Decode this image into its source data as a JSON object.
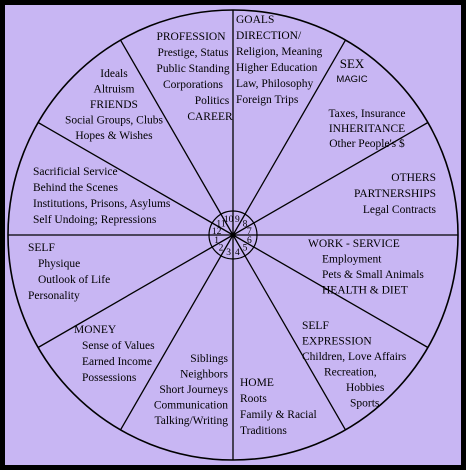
{
  "colors": {
    "background": "#c8b6f3",
    "frame": "#000000",
    "line": "#000000"
  },
  "houses": {
    "h1": [
      "SELF",
      "Physique",
      "Outlook of Life",
      "Personality"
    ],
    "h2": [
      "MONEY",
      "Sense of Values",
      "Earned Income",
      "Possessions"
    ],
    "h3": [
      "Siblings",
      "Neighbors",
      "Short Journeys",
      "Communication",
      "Talking/Writing"
    ],
    "h4": [
      "HOME",
      "Roots",
      "Family & Racial",
      "Traditions"
    ],
    "h5": [
      "SELF",
      "EXPRESSION",
      "Children, Love Affairs",
      "Recreation,",
      "Hobbies",
      "Sports"
    ],
    "h6": [
      "WORK - SERVICE",
      "Employment",
      "Pets & Small Animals",
      "HEALTH & DIET"
    ],
    "h7": [
      "OTHERS",
      "PARTNERSHIPS",
      "Legal Contracts"
    ],
    "h8a": [
      "SEX",
      "MAGIC"
    ],
    "h8b": [
      "Taxes, Insurance",
      "INHERITANCE",
      "Other People's $"
    ],
    "h9": [
      "GOALS",
      "DIRECTION/",
      "Religion, Meaning",
      "Higher Education",
      "Law, Philosophy",
      "Foreign Trips"
    ],
    "h10": [
      "PROFESSION",
      "Prestige, Status",
      "Public Standing",
      "Corporations",
      "Politics",
      "CAREER"
    ],
    "h11": [
      "Ideals",
      "Altruism",
      "FRIENDS",
      "Social Groups, Clubs",
      "Hopes & Wishes"
    ],
    "h12": [
      "Sacrificial Service",
      "Behind the Scenes",
      "Institutions, Prisons, Asylums",
      "Self Undoing; Repressions"
    ]
  },
  "numbers": [
    "1",
    "2",
    "3",
    "4",
    "5",
    "6",
    "7",
    "8",
    "9",
    "10",
    "11",
    "12"
  ]
}
